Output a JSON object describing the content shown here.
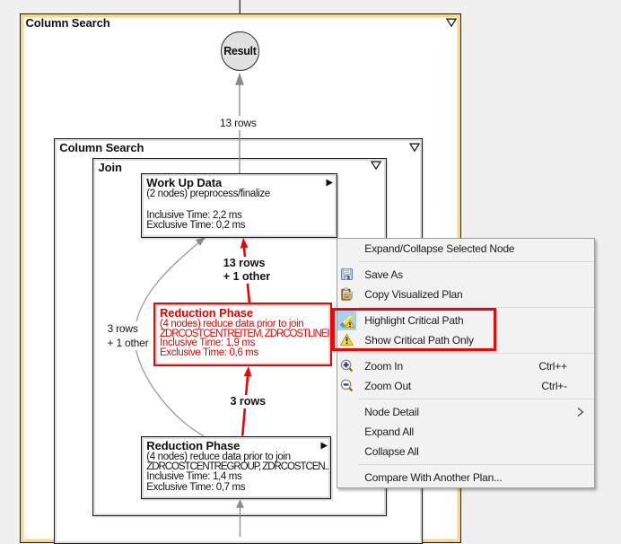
{
  "plan": {
    "outer_box": {
      "title": "Column Search"
    },
    "inner_box": {
      "title": "Column Search"
    },
    "join_box": {
      "title": "Join"
    },
    "result_node": {
      "label": "Result"
    },
    "nodes": {
      "work_up_data": {
        "title": "Work Up Data",
        "desc": "(2 nodes) preprocess/finalize",
        "inclusive": "Inclusive Time: 2,2 ms",
        "exclusive": "Exclusive Time: 0,2 ms"
      },
      "reduction_phase_upper": {
        "title": "Reduction Phase",
        "desc": "(4 nodes) reduce data prior to join",
        "tables": "ZDRCOSTCENTREITEM, ZDRCOSTLINEI",
        "inclusive": "Inclusive Time: 1,9 ms",
        "exclusive": "Exclusive Time: 0,6 ms"
      },
      "reduction_phase_lower": {
        "title": "Reduction Phase",
        "desc": "(4 nodes) reduce data prior to join",
        "tables": "ZDRCOSTCENTREGROUP, ZDRCOSTCEN..",
        "inclusive": "Inclusive Time: 1,4 ms",
        "exclusive": "Exclusive Time: 0,7 ms"
      }
    },
    "edge_labels": {
      "result_rows": "13 rows",
      "workup_in": "13 rows\n+ 1 other",
      "bypass": "3 rows\n+ 1 other",
      "reduction_in": "3 rows"
    }
  },
  "context_menu": {
    "items": [
      {
        "label": "Expand/Collapse Selected Node"
      },
      {
        "label": "Save As"
      },
      {
        "label": "Copy Visualized Plan"
      },
      {
        "label": "Highlight Critical Path"
      },
      {
        "label": "Show Critical Path Only"
      },
      {
        "label": "Zoom In",
        "shortcut": "Ctrl++"
      },
      {
        "label": "Zoom Out",
        "shortcut": "Ctrl+-"
      },
      {
        "label": "Node Detail"
      },
      {
        "label": "Expand All"
      },
      {
        "label": "Collapse All"
      },
      {
        "label": "Compare With Another Plan..."
      }
    ]
  },
  "colors": {
    "critical_path_red": "#ee0404",
    "selection_yellow": "#f3d88e",
    "edge_gray": "#8a8a8a",
    "menu_background": "#f2f2f2"
  }
}
